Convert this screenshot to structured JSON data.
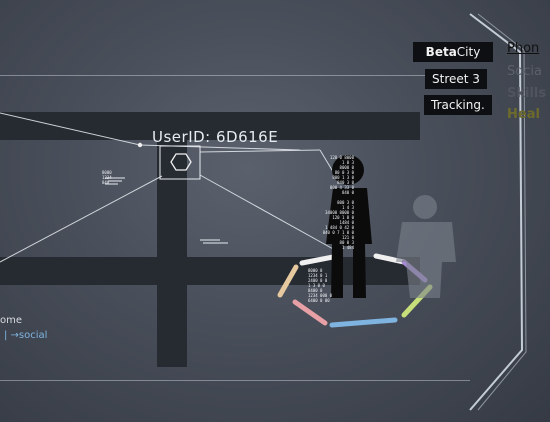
{
  "scene": {
    "user_id": "UserID: 6D616E",
    "home_label": "ome",
    "social_label": "| →social",
    "data_stream": "120 0 8000\n1 0 3\n8000 0\n80 0 3 0\n800 1 3 0\n840 3 0\n800 4 33 0\n840 0\n\n800 3 0\n1 4 3\n34000 8000 0\n120 1 8 0\n1484 0\n1 484 0 42 0\n840 0 7 1 0 0\n121 0\n80 0 3\n1 484",
    "data_stream_2": "8000 0\n1234 0 1\n2400 0 0\n1 3 0 0\n8400 0\n1234 000 0\n6400 0 00",
    "data_stream_3": "8000\n1234\n840"
  },
  "hud": {
    "city_bold": "Beta",
    "city_rest": "City",
    "street": "Street 3",
    "tracking": "Tracking."
  },
  "side_panel": {
    "phone": "Phon",
    "social": "Socia",
    "skills": "Skills",
    "health": "Heal"
  },
  "colors": {
    "hud_bg": "#0d0f12",
    "figure": "#0b0b0c",
    "social_link": "#7fb4e0",
    "ring_segments": [
      "#e7c9a0",
      "#f0f0f0",
      "#a98bd6",
      "#c7e07a",
      "#7fb4e0",
      "#e7a0a6"
    ]
  },
  "icons": [
    "hexagon-marker-icon",
    "person-figure-icon",
    "data-bars-icon"
  ]
}
